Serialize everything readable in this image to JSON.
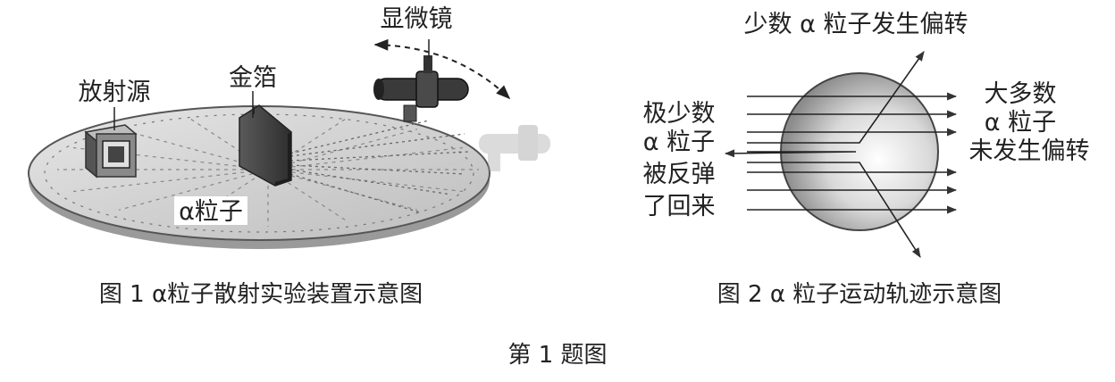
{
  "figure1": {
    "labels": {
      "microscope": "显微镜",
      "source": "放射源",
      "foil": "金箔",
      "particle": "α粒子"
    },
    "caption": "图 1  α粒子散射实验装置示意图"
  },
  "figure2": {
    "labels": {
      "few_deflected": "少数 α 粒子发生偏转",
      "majority_line1": "大多数",
      "majority_line2": "α 粒子",
      "majority_line3": "未发生偏转",
      "rebound_line1": "极少数",
      "rebound_line2": "α 粒子",
      "rebound_line3": "被反弹",
      "rebound_line4": "了回来"
    },
    "caption": "图 2  α 粒子运动轨迹示意图"
  },
  "bottom_caption": "第 1 题图"
}
